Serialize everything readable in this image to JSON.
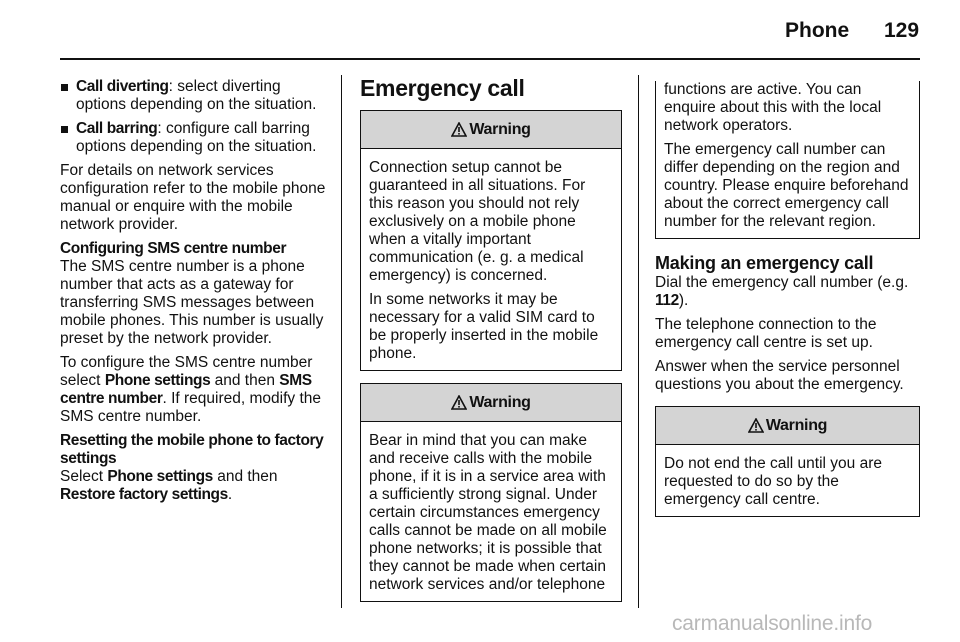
{
  "header": {
    "title": "Phone",
    "page_number": "129"
  },
  "col1": {
    "bullets": [
      {
        "term": "Call diverting",
        "text": ": select diverting options depending on the situation."
      },
      {
        "term": "Call barring",
        "text": ": configure call barring options depending on the situation."
      }
    ],
    "para1": "For details on network services configuration refer to the mobile phone manual or enquire with the mobile network provider.",
    "sms_heading": "Configuring SMS centre number",
    "sms_para1": "The SMS centre number is a phone number that acts as a gateway for transferring SMS messages between mobile phones. This number is usually preset by the network provider.",
    "sms_para2": {
      "t1": "To configure the SMS centre number select ",
      "b1": "Phone settings",
      "t2": " and then ",
      "b2": "SMS centre number",
      "t3": ". If required, modify the SMS centre number."
    },
    "reset_heading": "Resetting the mobile phone to factory settings",
    "reset_para": {
      "t1": "Select ",
      "b1": "Phone settings",
      "t2": " and then ",
      "b2": "Restore factory settings",
      "t3": "."
    }
  },
  "col2": {
    "section_title": "Emergency call",
    "warning1": {
      "label": "Warning",
      "p1": "Connection setup cannot be guaranteed in all situations. For this reason you should not rely exclusively on a mobile phone when a vitally important communication (e. g. a medical emergency) is concerned.",
      "p2": "In some networks it may be necessary for a valid SIM card to be properly inserted in the mobile phone."
    },
    "warning2": {
      "label": "Warning",
      "p1": "Bear in mind that you can make and receive calls with the mobile phone, if it is in a service area with a sufficiently strong signal. Under certain circumstances emergency calls cannot be made on all mobile phone networks; it is possible that they cannot be made when certain network services and/or telephone"
    }
  },
  "col3": {
    "cont_p1": "functions are active. You can enquire about this with the local network operators.",
    "cont_p2": "The emergency call number can differ depending on the region and country. Please enquire beforehand about the correct emergency call number for the relevant region.",
    "making_heading": "Making an emergency call",
    "making_para": {
      "t1": "Dial the emergency call number (e.g. ",
      "b1": "112",
      "t2": ")."
    },
    "para2": "The telephone connection to the emergency call centre is set up.",
    "para3": "Answer when the service personnel questions you about the emergency.",
    "warning3": {
      "label": "Warning",
      "p1": "Do not end the call until you are requested to do so by the emergency call centre."
    }
  },
  "watermark": "carmanualsonline.info"
}
